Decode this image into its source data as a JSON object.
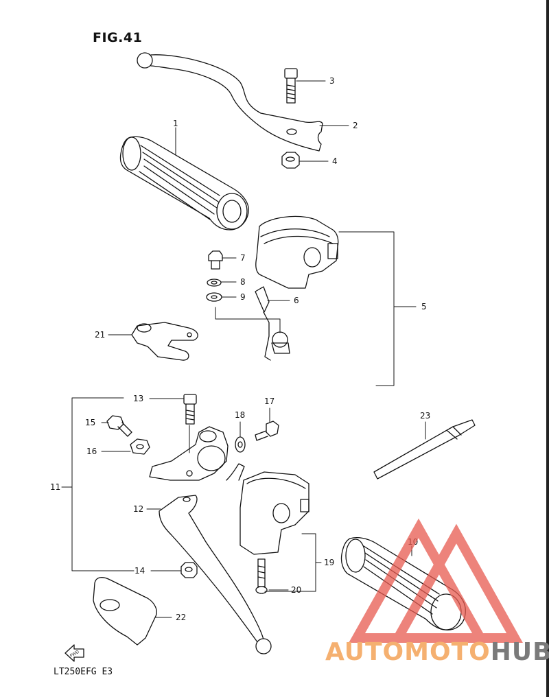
{
  "figure": {
    "title": "FIG.41",
    "model_code": "LT250EFG  E3",
    "fwd_label": "FWD"
  },
  "callouts": [
    {
      "id": "c1",
      "label": "1"
    },
    {
      "id": "c2",
      "label": "2"
    },
    {
      "id": "c3",
      "label": "3"
    },
    {
      "id": "c4",
      "label": "4"
    },
    {
      "id": "c5",
      "label": "5"
    },
    {
      "id": "c6",
      "label": "6"
    },
    {
      "id": "c7",
      "label": "7"
    },
    {
      "id": "c8",
      "label": "8"
    },
    {
      "id": "c9",
      "label": "9"
    },
    {
      "id": "c10",
      "label": "10"
    },
    {
      "id": "c11",
      "label": "11"
    },
    {
      "id": "c12",
      "label": "12"
    },
    {
      "id": "c13",
      "label": "13"
    },
    {
      "id": "c14",
      "label": "14"
    },
    {
      "id": "c15",
      "label": "15"
    },
    {
      "id": "c16",
      "label": "16"
    },
    {
      "id": "c17",
      "label": "17"
    },
    {
      "id": "c18",
      "label": "18"
    },
    {
      "id": "c19",
      "label": "19"
    },
    {
      "id": "c20",
      "label": "20"
    },
    {
      "id": "c21",
      "label": "21"
    },
    {
      "id": "c22",
      "label": "22"
    },
    {
      "id": "c23",
      "label": "23"
    }
  ],
  "watermark": {
    "text_part1": "AUTOMOTO",
    "text_part2": "HUB",
    "color_primary": "#f5b070",
    "color_secondary": "#7a7a7a",
    "logo_color": "#e85a4f"
  }
}
